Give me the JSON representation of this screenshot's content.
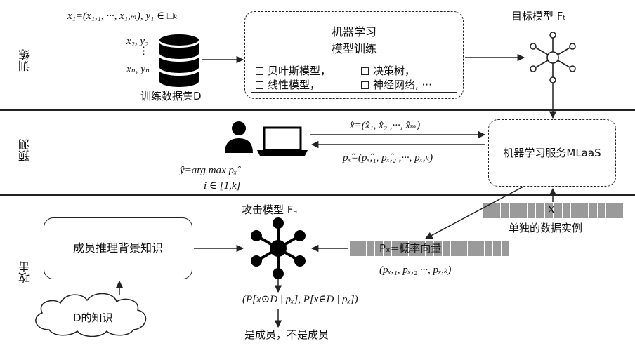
{
  "sections": {
    "train": "训练",
    "predict": "预测",
    "attack": "攻击"
  },
  "train": {
    "x1_formula": "x₁=(x₁,₁, ···, x₁,ₘ), y₁ ∈ □ₖ",
    "x2_label": "x₂, y₂",
    "dots": "⋮",
    "xn_label": "xₙ, yₙ",
    "dataset_label": "训练数据集D",
    "ml_title_line1": "机器学习",
    "ml_title_line2": "模型训练",
    "models": [
      "贝叶斯模型，",
      "决策树，",
      "线性模型，",
      "神经网络, ···"
    ],
    "target_model_label": "目标模型 Fₜ"
  },
  "predict": {
    "query_label": "x̂=(x̂₁, x̂₂ ,···, x̂ₘ)",
    "response_label": "pₓ̂=(pₓ̂,₁, pₓ̂,₂ ,···, pₓ,ₖ)",
    "yhat_line1": "ŷ=arg max pₓ̂",
    "yhat_line2": "i ∈ [1,k]",
    "mlaas_label": "机器学习服务MLaaS"
  },
  "attack": {
    "instance_x": "X",
    "instance_label": "单独的数据实例",
    "prob_vector_label": "Pₓ=概率向量",
    "prob_tuple": "(pₓ,₁, pₓ,₂ ···, pₓ,ₖ)",
    "attack_model_label": "攻击模型 Fₐ",
    "background_label": "成员推理背景知识",
    "knowledge_label": "D的知识",
    "posterior": "(P[x⊙D | pₓ], P[x∈D | pₓ])",
    "result": "是成员，不是成员"
  },
  "colors": {
    "line": "#222222",
    "cell": "#9a9a9a",
    "cell_border": "#ffffff",
    "icon": "#000000"
  }
}
